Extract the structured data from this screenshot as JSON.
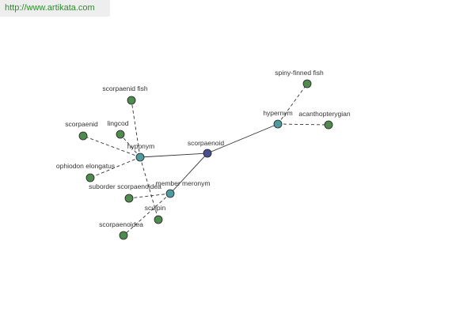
{
  "header": {
    "url": "http://www.artikata.com"
  },
  "colors": {
    "center": "#4a4f8f",
    "relation": "#4f9a9f",
    "leaf": "#4f8a4f",
    "edge": "#333333",
    "url": "#2e8b2e"
  },
  "graph": {
    "center": "scorpaenoid",
    "relations": [
      "hyponym",
      "hypernym",
      "member meronym"
    ],
    "leaves": {
      "hyponym": [
        "scorpaenid fish",
        "scorpaenid",
        "lingcod",
        "ophiodon elongatus",
        "sculpin"
      ],
      "hypernym": [
        "spiny-finned fish",
        "acanthopterygian"
      ],
      "member meronym": [
        "suborder scorpaenoidea",
        "scorpaenoidea"
      ]
    }
  }
}
